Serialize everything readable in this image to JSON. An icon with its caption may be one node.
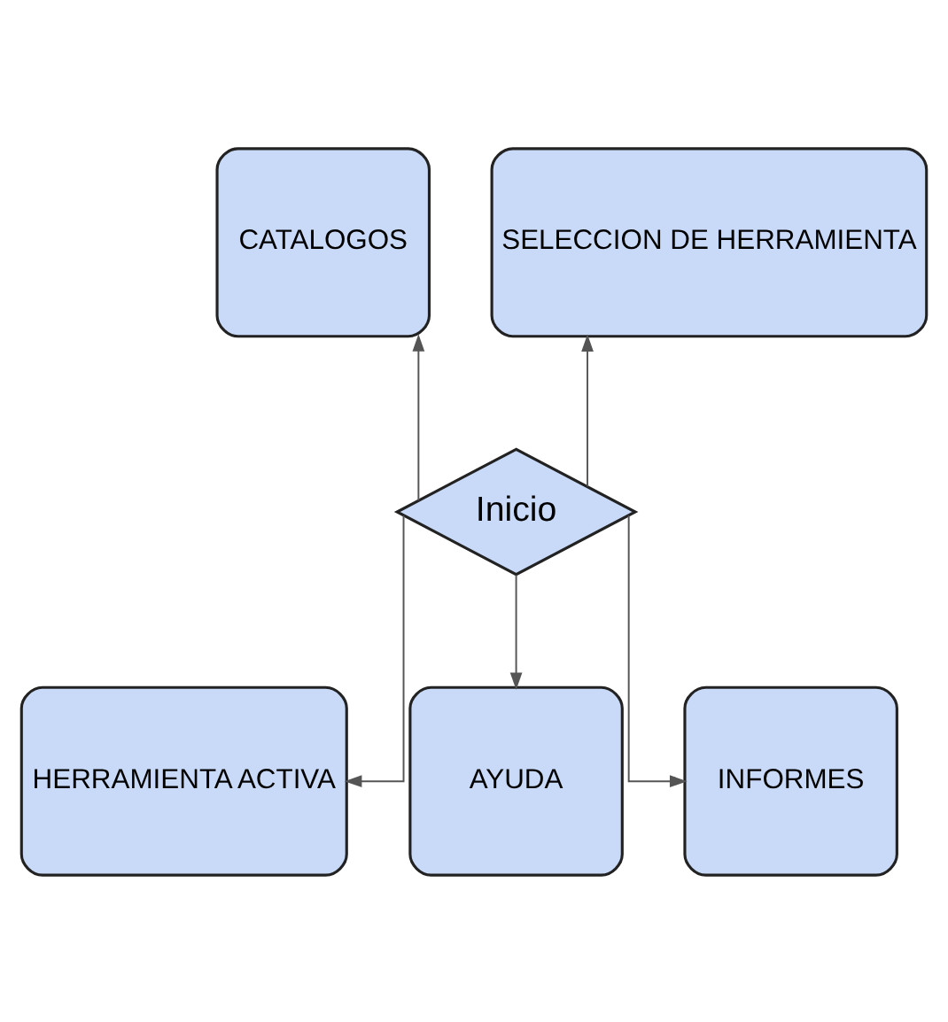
{
  "diagram": {
    "nodes": [
      {
        "text": [
          "CATALOGOS"
        ]
      },
      {
        "text": [
          "SELECCION DE HERRAMIENTA"
        ]
      },
      {
        "text": [
          "Inicio"
        ]
      },
      {
        "text": [
          "HERRAMIENTA ACTIVA"
        ]
      },
      {
        "text": [
          "AYUDA"
        ]
      },
      {
        "text": [
          "INFORMES"
        ]
      }
    ],
    "edges": [
      {
        "from": 2,
        "to": 0,
        "arrow": "to"
      },
      {
        "from": 2,
        "to": 1,
        "arrow": "to"
      },
      {
        "from": 2,
        "to": 3,
        "arrow": "to"
      },
      {
        "from": 2,
        "to": 4,
        "arrow": "to"
      },
      {
        "from": 2,
        "to": 5,
        "arrow": "to"
      }
    ]
  }
}
